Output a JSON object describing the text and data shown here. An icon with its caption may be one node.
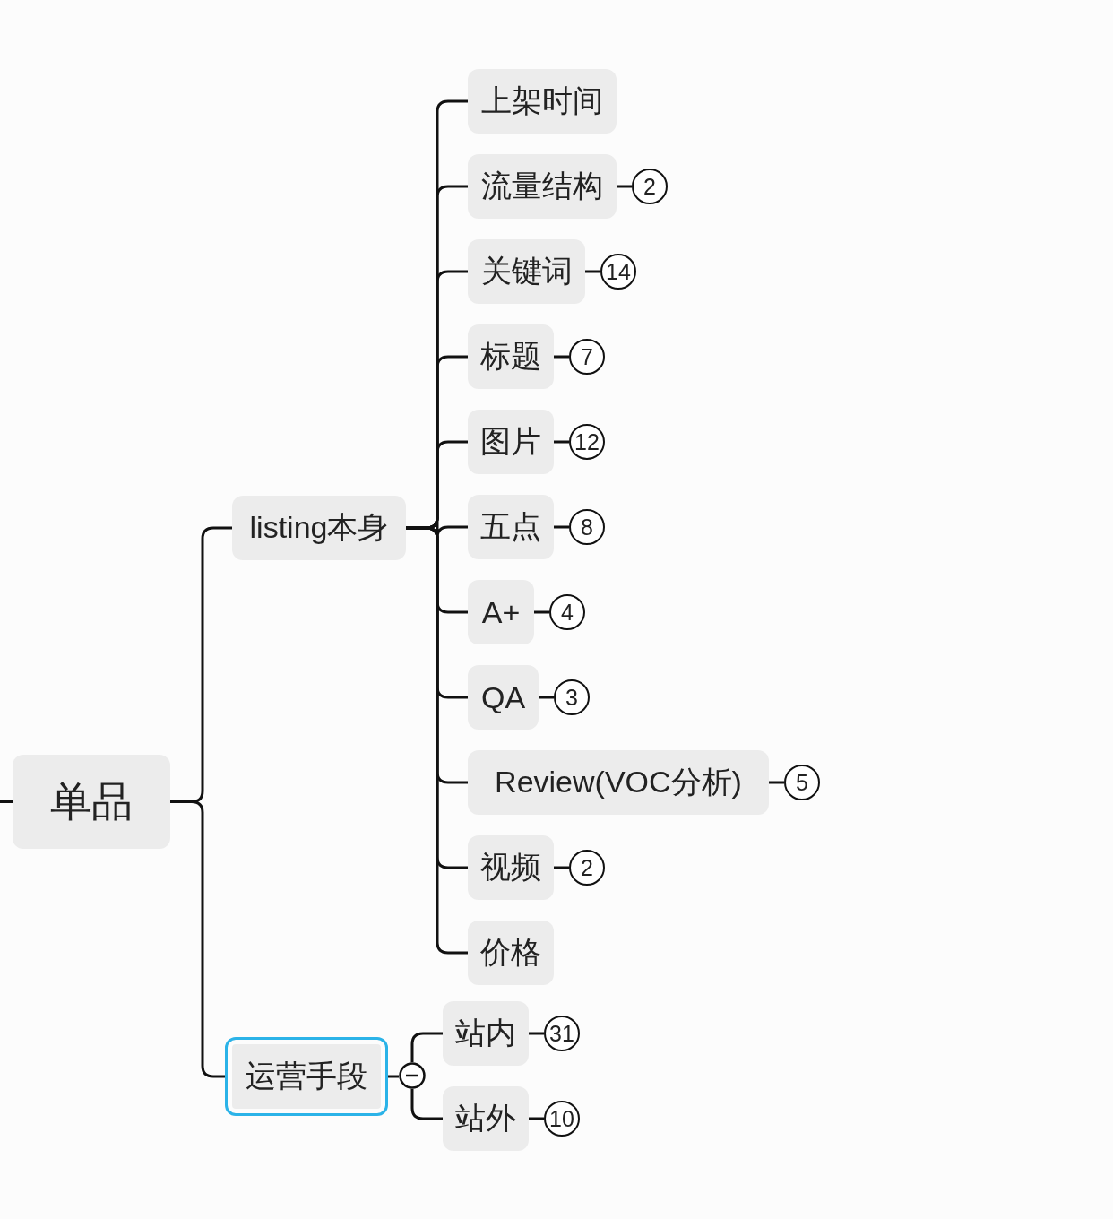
{
  "diagram": {
    "nodes": [
      {
        "text": [
          "单品"
        ]
      },
      {
        "text": [
          "listing本身"
        ]
      },
      {
        "text": [
          "上架时间"
        ]
      },
      {
        "text": [
          "流量结构"
        ]
      },
      {
        "text": [
          "2"
        ]
      },
      {
        "text": [
          "关键词"
        ]
      },
      {
        "text": [
          "14"
        ]
      },
      {
        "text": [
          "标题"
        ]
      },
      {
        "text": [
          "7"
        ]
      },
      {
        "text": [
          "图片"
        ]
      },
      {
        "text": [
          "12"
        ]
      },
      {
        "text": [
          "五点"
        ]
      },
      {
        "text": [
          "8"
        ]
      },
      {
        "text": [
          "A+"
        ]
      },
      {
        "text": [
          "4"
        ]
      },
      {
        "text": [
          "QA"
        ]
      },
      {
        "text": [
          "3"
        ]
      },
      {
        "text": [
          "Review(VOC分析)"
        ]
      },
      {
        "text": [
          "5"
        ]
      },
      {
        "text": [
          "视频"
        ]
      },
      {
        "text": [
          "2"
        ]
      },
      {
        "text": [
          "价格"
        ]
      },
      {
        "text": [
          "运营手段"
        ]
      },
      {
        "text": [],
        "shape": "circle"
      },
      {
        "text": [
          "站内"
        ]
      },
      {
        "text": [
          "31"
        ]
      },
      {
        "text": [
          "站外"
        ]
      },
      {
        "text": [
          "10"
        ]
      }
    ],
    "edges": [
      {
        "from": null,
        "to": 0,
        "arrow": "none"
      },
      {
        "from": 0,
        "to": 1,
        "arrow": "none"
      },
      {
        "from": 0,
        "to": 22,
        "arrow": "none"
      },
      {
        "from": 1,
        "to": 2,
        "arrow": "none"
      },
      {
        "from": 1,
        "to": 3,
        "arrow": "none"
      },
      {
        "from": 1,
        "to": 5,
        "arrow": "none"
      },
      {
        "from": 1,
        "to": 7,
        "arrow": "none"
      },
      {
        "from": 1,
        "to": 9,
        "arrow": "none"
      },
      {
        "from": 1,
        "to": 11,
        "arrow": "none"
      },
      {
        "from": 1,
        "to": 13,
        "arrow": "none"
      },
      {
        "from": 1,
        "to": 15,
        "arrow": "none"
      },
      {
        "from": 1,
        "to": 17,
        "arrow": "none"
      },
      {
        "from": 1,
        "to": 19,
        "arrow": "none"
      },
      {
        "from": 1,
        "to": 21,
        "arrow": "none"
      },
      {
        "from": 3,
        "to": 4,
        "arrow": "none"
      },
      {
        "from": 5,
        "to": 6,
        "arrow": "none"
      },
      {
        "from": 7,
        "to": 8,
        "arrow": "none"
      },
      {
        "from": 9,
        "to": 10,
        "arrow": "none"
      },
      {
        "from": 11,
        "to": 12,
        "arrow": "none"
      },
      {
        "from": 13,
        "to": 14,
        "arrow": "none"
      },
      {
        "from": 15,
        "to": 16,
        "arrow": "none"
      },
      {
        "from": 17,
        "to": 18,
        "arrow": "none"
      },
      {
        "from": 19,
        "to": 20,
        "arrow": "none"
      },
      {
        "from": 22,
        "to": 23,
        "arrow": "none"
      },
      {
        "from": 23,
        "to": 24,
        "arrow": "none"
      },
      {
        "from": 24,
        "to": 25,
        "arrow": "none"
      },
      {
        "from": 23,
        "to": 26,
        "arrow": "none"
      },
      {
        "from": 26,
        "to": 27,
        "arrow": "none"
      }
    ]
  }
}
